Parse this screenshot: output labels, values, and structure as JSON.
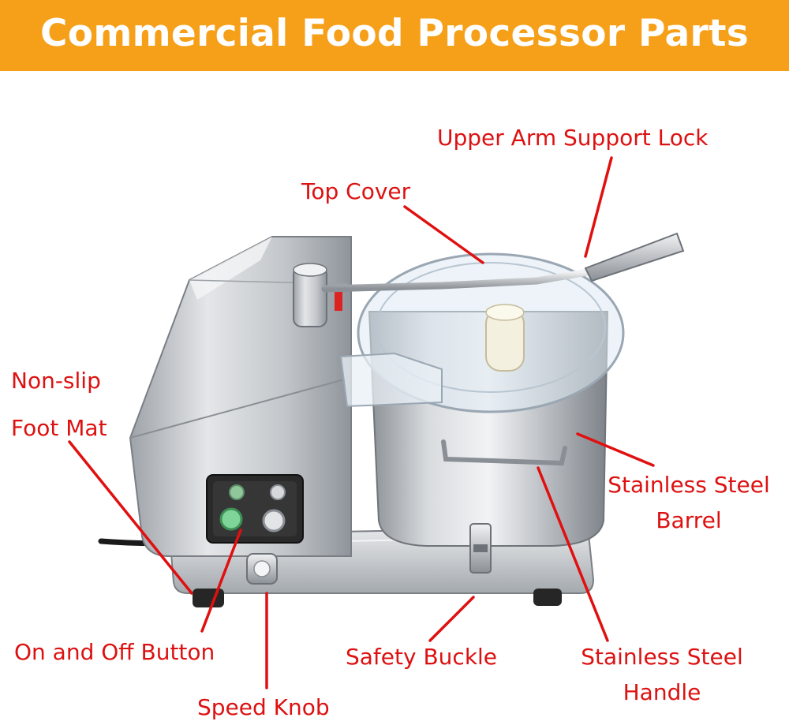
{
  "title": "Commercial Food Processor Parts",
  "colors": {
    "banner": "#f6a01a",
    "label": "#dd1111",
    "leader": "#e01010",
    "steel": "#c9ccd0"
  },
  "labels": {
    "upper_arm_lock": "Upper Arm Support Lock",
    "top_cover": "Top Cover",
    "non_slip_1": "Non-slip",
    "non_slip_2": "Foot Mat",
    "barrel_1": "Stainless Steel",
    "barrel_2": "Barrel",
    "on_off": "On and Off Button",
    "safety_buckle": "Safety Buckle",
    "handle_1": "Stainless Steel",
    "handle_2": "Handle",
    "speed_knob": "Speed Knob"
  }
}
